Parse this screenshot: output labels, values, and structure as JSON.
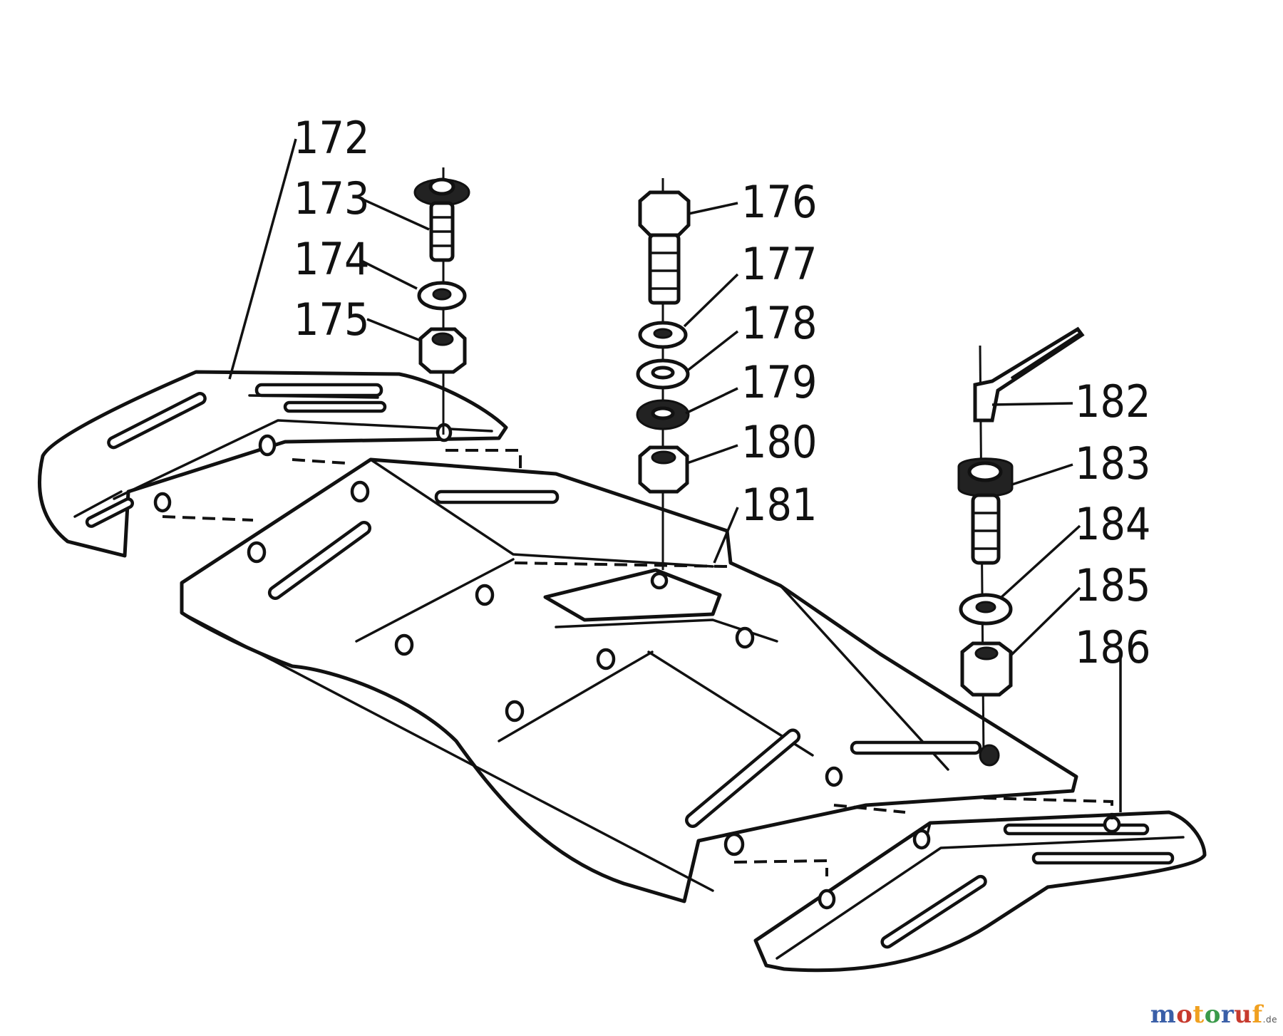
{
  "diagram": {
    "part_numbers": [
      "172",
      "173",
      "174",
      "175",
      "176",
      "177",
      "178",
      "179",
      "180",
      "181",
      "182",
      "183",
      "184",
      "185",
      "186"
    ]
  },
  "logo": {
    "text": "motoruf",
    "suffix": ".de",
    "colors": [
      "#3a5fa8",
      "#c73a2e",
      "#f0a020",
      "#3a9a4a"
    ]
  }
}
